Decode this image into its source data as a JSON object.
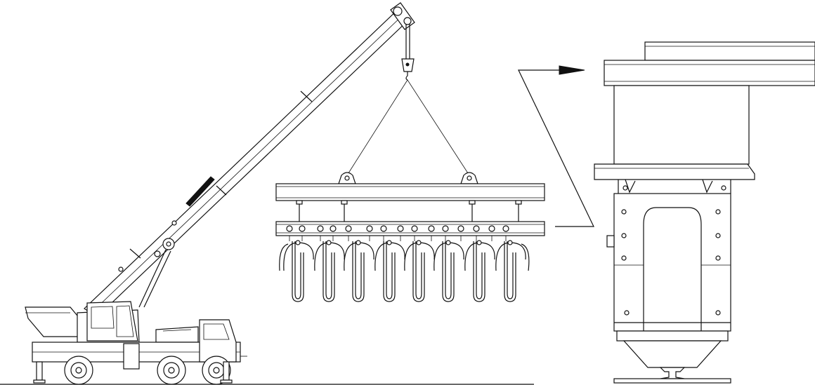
{
  "drawing": {
    "labels": [],
    "subjects": [
      "mobile-crane",
      "spreader-beam-with-hooks",
      "enlarged-detail"
    ],
    "line_color": "#111111",
    "background": "#ffffff"
  }
}
